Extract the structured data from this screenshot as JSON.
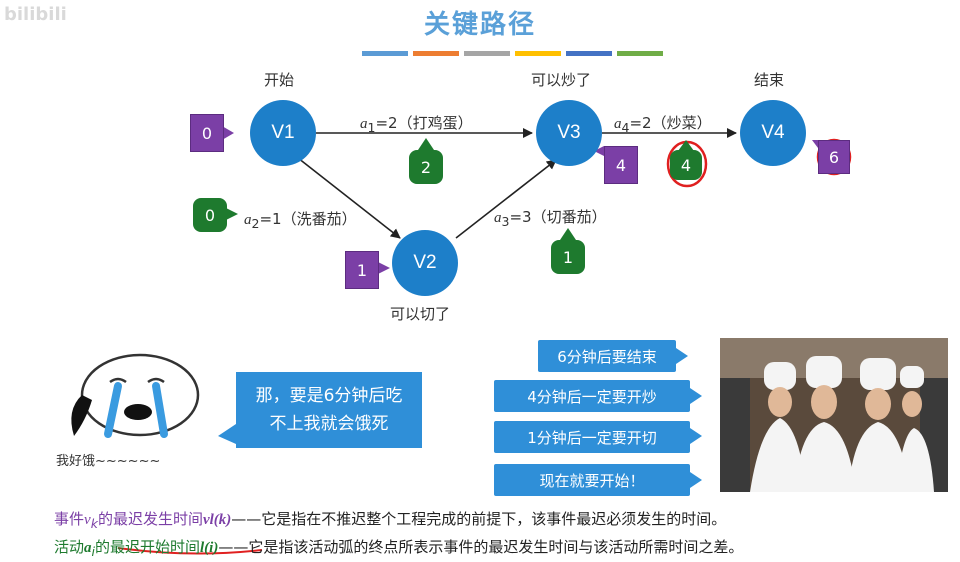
{
  "watermark": "bilibili",
  "title": "关键路径",
  "stripes": [
    "#5b9bd5",
    "#ed7d31",
    "#a5a5a5",
    "#ffc000",
    "#4472c4",
    "#70ad47"
  ],
  "graph": {
    "nodes": {
      "v1": {
        "label": "V1",
        "caption": "开始"
      },
      "v2": {
        "label": "V2",
        "caption": "可以切了"
      },
      "v3": {
        "label": "V3",
        "caption": "可以炒了"
      },
      "v4": {
        "label": "V4",
        "caption": "结束"
      }
    },
    "edges": {
      "a1": {
        "name": "a",
        "sub": "1",
        "rest": "=2（打鸡蛋）"
      },
      "a2": {
        "name": "a",
        "sub": "2",
        "rest": "=1（洗番茄）"
      },
      "a3": {
        "name": "a",
        "sub": "3",
        "rest": "=3（切番茄）"
      },
      "a4": {
        "name": "a",
        "sub": "4",
        "rest": "=2（炒菜）"
      }
    },
    "event_latest": {
      "v1": "0",
      "v2": "1",
      "v3": "4",
      "v4": "6"
    },
    "activity_latest": {
      "a1": "2",
      "a2": "0",
      "a3": "1",
      "a4": "4"
    }
  },
  "speech": {
    "line1": "那，要是6分钟后吃",
    "line2": "不上我就会饿死"
  },
  "cartoon_caption": "我好饿~~~~~~",
  "callouts": [
    "6分钟后要结束",
    "4分钟后一定要开炒",
    "1分钟后一定要开切",
    "现在就要开始！"
  ],
  "definitions": {
    "event": {
      "prefix": "事件",
      "var": "v",
      "sub": "k",
      "mid": "的最迟发生时间",
      "sym": "vl(k)",
      "text": "——它是指在不推迟整个工程完成的前提下，该事件最迟必须发生的时间。"
    },
    "activity": {
      "prefix": "活动",
      "var": "a",
      "sub": "i",
      "mid": "的最迟开始时间",
      "sym": "l(i)",
      "text": "——它是指该活动弧的终点所表示事件的最迟发生时间与该活动所需时间之差。"
    }
  },
  "colors": {
    "node": "#1d7fc9",
    "tag": "#7b3fa6",
    "bubble": "#1e7a2e",
    "callout": "#2f8fd8",
    "annotation": "#e02020"
  }
}
